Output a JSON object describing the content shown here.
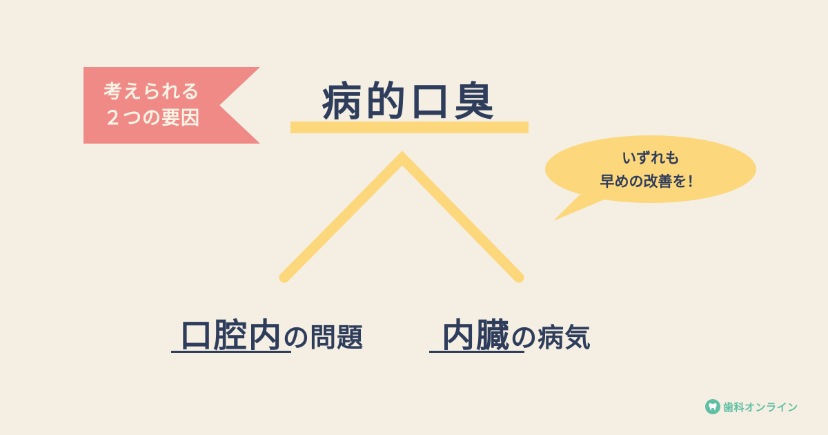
{
  "tag": {
    "line1": "考えられる",
    "line2": "２つの要因"
  },
  "title": "病的口臭",
  "bubble": {
    "line1": "いずれも",
    "line2": "早めの改善を！"
  },
  "causes": [
    {
      "emphasis": "口腔内",
      "rest": "の問題"
    },
    {
      "emphasis": "内臓",
      "rest": "の病気"
    }
  ],
  "logo": {
    "text": "歯科オンライン",
    "icon": "tooth-icon"
  },
  "colors": {
    "background": "#f4efe2",
    "tag": "#f08a86",
    "accent_yellow": "#fcd77b",
    "text_navy": "#2f3d5c",
    "logo_green": "#5fbfa3"
  }
}
